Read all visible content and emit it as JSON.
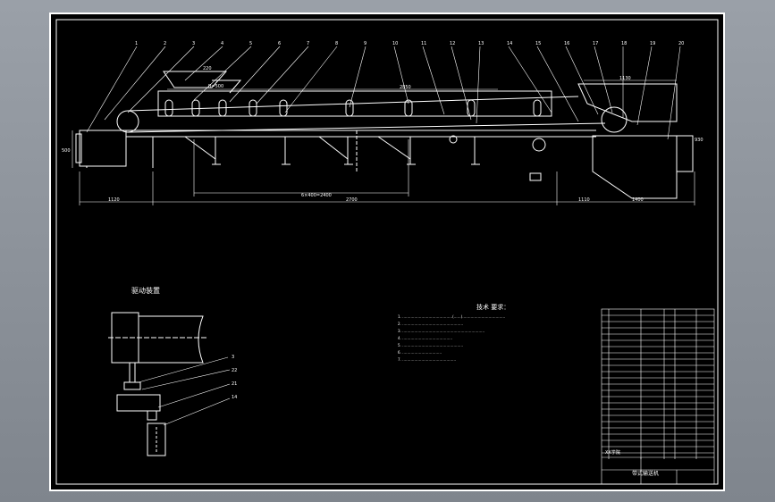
{
  "drawing": {
    "tech_req_title": "技术 要求：",
    "tech_req_lines": [
      "1. ……………………………………(……)………………………………",
      "2. ……………………………………………",
      "3. ……………………………………………………………",
      "4. ……………………………………",
      "5. ……………………………………………",
      "6. ……………………………",
      "7. ………………………………………"
    ],
    "drive_label": "驱动装置",
    "part_numbers": [
      "1",
      "2",
      "3",
      "4",
      "5",
      "6",
      "7",
      "8",
      "9",
      "10",
      "11",
      "12",
      "13",
      "14",
      "15",
      "16",
      "17",
      "18",
      "19",
      "20"
    ],
    "drive_part_numbers": [
      "3",
      "22",
      "21",
      "14"
    ],
    "dimensions": {
      "hopper_width": "220",
      "belt_length": "2850",
      "left_section": "1120",
      "mid_section": "2700",
      "mid_section_2": "1110",
      "right_section": "1400",
      "head_width": "1130",
      "frame_height": "500",
      "side_height": "930",
      "carrier_spacing": "6×400=2400",
      "belt_note": "B=500"
    },
    "title_block": {
      "drawing_name": "带式输送机",
      "school": "XX学院",
      "rows": 24
    }
  }
}
